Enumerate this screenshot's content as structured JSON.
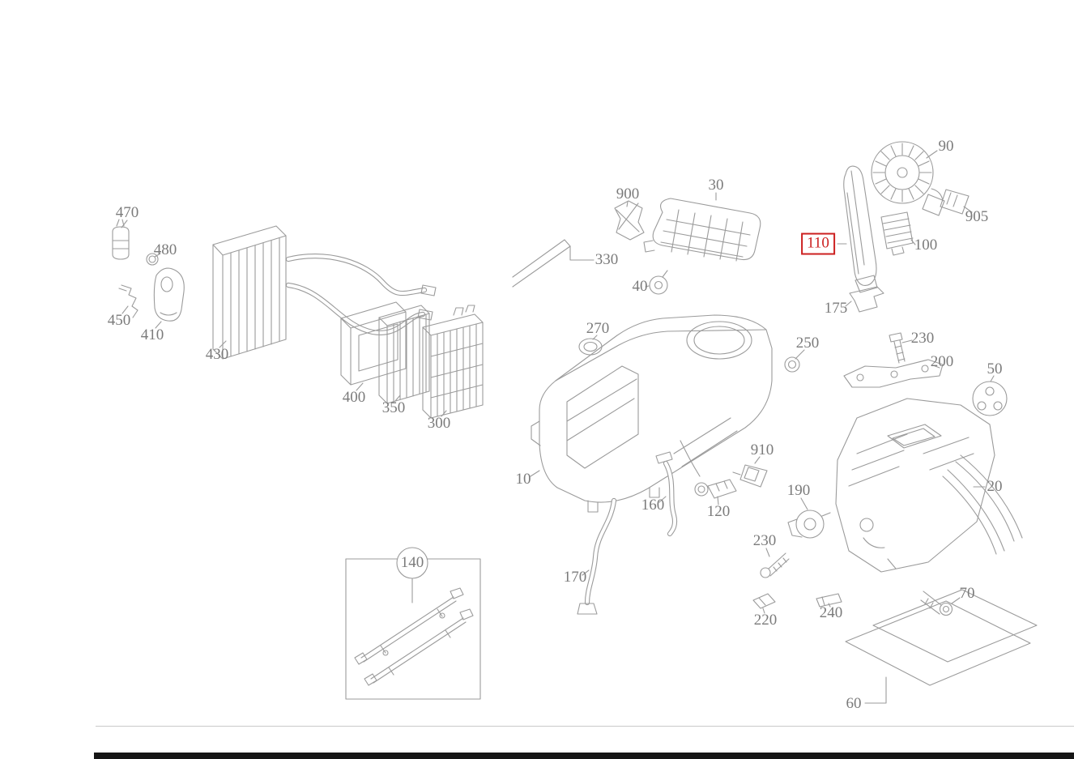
{
  "page": {
    "background": "#ffffff",
    "line_color": "#9b9b9b",
    "label_color": "#7b7b7b",
    "highlight_color": "#cc2020",
    "divider_color": "#c9c9c9",
    "bottom_bar_color": "#161616"
  },
  "diagram": {
    "type": "exploded-parts-diagram",
    "highlighted_part": "110"
  },
  "labels": [
    {
      "part": "470",
      "text": "470"
    },
    {
      "part": "480",
      "text": "480"
    },
    {
      "part": "450",
      "text": "450"
    },
    {
      "part": "410",
      "text": "410"
    },
    {
      "part": "430",
      "text": "430"
    },
    {
      "part": "400",
      "text": "400"
    },
    {
      "part": "350",
      "text": "350"
    },
    {
      "part": "300",
      "text": "300"
    },
    {
      "part": "900",
      "text": "900"
    },
    {
      "part": "330",
      "text": "330"
    },
    {
      "part": "30",
      "text": "30"
    },
    {
      "part": "40",
      "text": "40"
    },
    {
      "part": "110",
      "text": "110",
      "highlighted": true
    },
    {
      "part": "90",
      "text": "90"
    },
    {
      "part": "905",
      "text": "905"
    },
    {
      "part": "100",
      "text": "100"
    },
    {
      "part": "175",
      "text": "175"
    },
    {
      "part": "270",
      "text": "270"
    },
    {
      "part": "250",
      "text": "250"
    },
    {
      "part": "230",
      "text": "230"
    },
    {
      "part": "200",
      "text": "200"
    },
    {
      "part": "50",
      "text": "50"
    },
    {
      "part": "10",
      "text": "10"
    },
    {
      "part": "910",
      "text": "910"
    },
    {
      "part": "190",
      "text": "190"
    },
    {
      "part": "160",
      "text": "160"
    },
    {
      "part": "120",
      "text": "120"
    },
    {
      "part": "230",
      "text": "230"
    },
    {
      "part": "20",
      "text": "20"
    },
    {
      "part": "170",
      "text": "170"
    },
    {
      "part": "220",
      "text": "220"
    },
    {
      "part": "240",
      "text": "240"
    },
    {
      "part": "70",
      "text": "70"
    },
    {
      "part": "140",
      "text": "140"
    },
    {
      "part": "60",
      "text": "60"
    }
  ]
}
